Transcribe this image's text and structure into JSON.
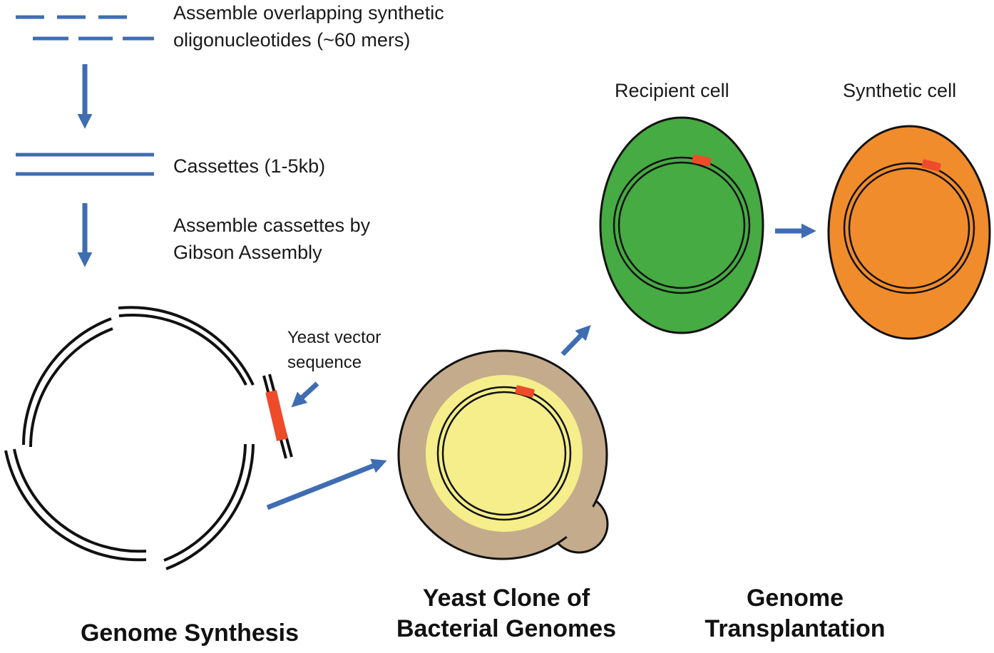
{
  "steps": {
    "oligos": [
      "Assemble overlapping synthetic",
      "oligonucleotides (~60 mers)"
    ],
    "cassettes": "Cassettes (1-5kb)",
    "gibson": [
      "Assemble cassettes by",
      "Gibson Assembly"
    ]
  },
  "annotations": {
    "yeast_vector": [
      "Yeast vector",
      "sequence"
    ],
    "recipient_cell": "Recipient cell",
    "synthetic_cell": "Synthetic cell"
  },
  "section_titles": {
    "genome_synthesis": "Genome Synthesis",
    "yeast_clone": [
      "Yeast Clone of",
      "Bacterial Genomes"
    ],
    "transplantation": [
      "Genome",
      "Transplantation"
    ]
  },
  "colors": {
    "arrow_blue": "#3f6db3",
    "vector_red": "#ee4b2b",
    "yeast_outer": "#c4ab8b",
    "yeast_inner": "#f5ee8a",
    "recipient_green": "#46ab42",
    "synthetic_orange": "#f18c2c",
    "dna_black": "#111111"
  }
}
